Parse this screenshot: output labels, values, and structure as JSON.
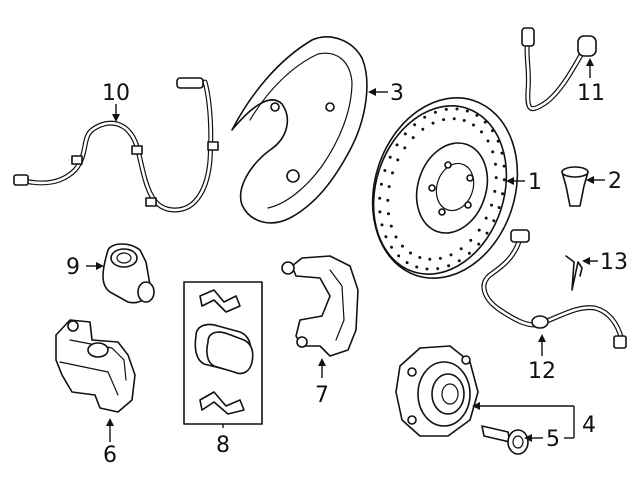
{
  "callouts": {
    "c1": "1",
    "c2": "2",
    "c3": "3",
    "c4": "4",
    "c5": "5",
    "c6": "6",
    "c7": "7",
    "c8": "8",
    "c9": "9",
    "c10": "10",
    "c11": "11",
    "c12": "12",
    "c13": "13"
  },
  "colors": {
    "line": "#111111",
    "background": "#ffffff"
  }
}
